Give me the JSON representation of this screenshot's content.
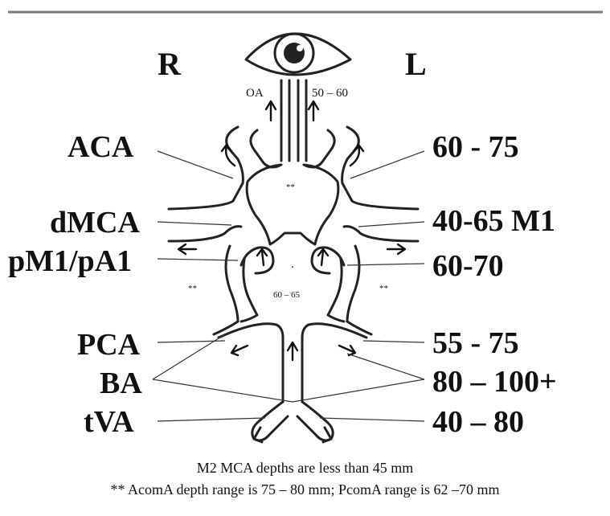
{
  "sides": {
    "right": "R",
    "left": "L"
  },
  "eye": {
    "vessel": "OA",
    "depth": "50 – 60"
  },
  "labels_right_side": [
    "ACA",
    "dMCA",
    "pM1/pA1",
    "PCA",
    "BA",
    "tVA"
  ],
  "labels_left_side": [
    "60 - 75",
    "40-65 M1",
    "60-70",
    "55 - 75",
    "80 – 100+",
    "40 – 80"
  ],
  "small_marks": {
    "acom": "**",
    "pcom_right": "**",
    "pcom_left": "**",
    "center_dot": ".",
    "center_range": "60 – 65"
  },
  "footnotes": [
    "M2 MCA depths are less than 45 mm",
    "** AcomA depth range is 75 – 80 mm; PcomA range is 62 –70 mm"
  ],
  "colors": {
    "line": "#222222",
    "background": "#ffffff",
    "top_rule": "#777777"
  }
}
